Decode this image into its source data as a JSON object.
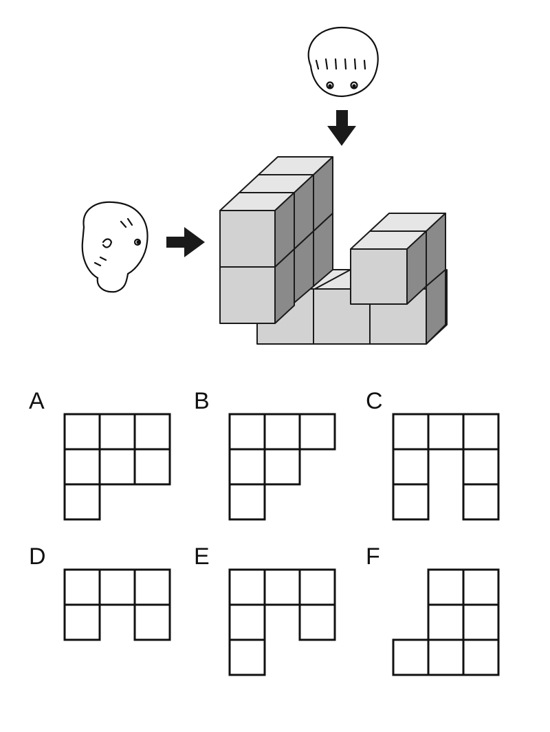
{
  "colors": {
    "ink": "#111111",
    "top_face": "#e6e6e6",
    "front_face": "#d2d2d2",
    "side_face": "#8a8a8a",
    "arrow": "#1a1a1a",
    "grid_line": "#111111"
  },
  "observers": [
    {
      "id": "top-viewer",
      "looks": "down",
      "icon": "child-head-icon"
    },
    {
      "id": "side-viewer",
      "looks": "right",
      "icon": "child-head-icon"
    }
  ],
  "options": [
    {
      "label": "A",
      "cells": [
        [
          1,
          1,
          1
        ],
        [
          1,
          1,
          1
        ],
        [
          1,
          0,
          0
        ]
      ]
    },
    {
      "label": "B",
      "cells": [
        [
          1,
          1,
          1
        ],
        [
          1,
          1,
          0
        ],
        [
          1,
          0,
          0
        ]
      ]
    },
    {
      "label": "C",
      "cells": [
        [
          1,
          1,
          1
        ],
        [
          1,
          0,
          1
        ],
        [
          1,
          0,
          1
        ]
      ]
    },
    {
      "label": "D",
      "cells": [
        [
          1,
          1,
          1
        ],
        [
          1,
          0,
          1
        ]
      ]
    },
    {
      "label": "E",
      "cells": [
        [
          1,
          1,
          1
        ],
        [
          1,
          0,
          1
        ],
        [
          1,
          0,
          0
        ]
      ]
    },
    {
      "label": "F",
      "cells": [
        [
          0,
          1,
          1
        ],
        [
          0,
          1,
          1
        ],
        [
          1,
          1,
          1
        ]
      ]
    }
  ]
}
